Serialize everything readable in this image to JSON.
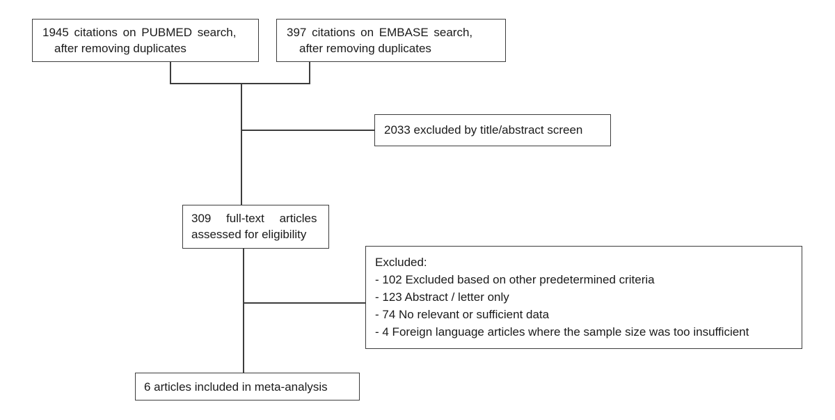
{
  "flow": {
    "pubmed": {
      "line1": "1945 citations on PUBMED search,",
      "line2": "after removing duplicates"
    },
    "embase": {
      "line1": "397 citations on EMBASE search,",
      "line2": "after removing duplicates"
    },
    "excluded_screen": {
      "text": "2033 excluded by title/abstract screen"
    },
    "fulltext": {
      "line1": "309 full-text articles",
      "line2": "assessed for eligibility"
    },
    "excluded_fulltext": {
      "heading": "Excluded:",
      "items": [
        "- 102 Excluded based on other predetermined criteria",
        "- 123 Abstract / letter only",
        "- 74 No relevant or sufficient data",
        "- 4 Foreign language articles where the sample size was too insufficient"
      ]
    },
    "included": {
      "text": "6 articles included in meta-analysis"
    }
  }
}
